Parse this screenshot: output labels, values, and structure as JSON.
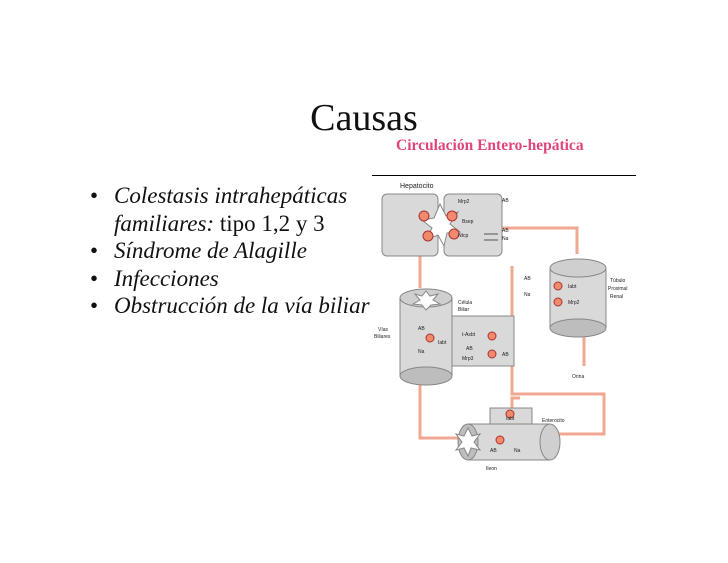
{
  "slide": {
    "title": "Causas",
    "subtitle": "Circulación Entero-hepática",
    "bullets": [
      {
        "italic": "Colestasis intrahepáticas familiares:",
        "normal": " tipo 1,2 y 3"
      },
      {
        "italic": "Síndrome de Alagille",
        "normal": ""
      },
      {
        "italic": "Infecciones",
        "normal": ""
      },
      {
        "italic": "Obstrucción de la vía biliar",
        "normal": ""
      }
    ],
    "bullet_glyph": "•"
  },
  "diagram": {
    "labels": {
      "hepatocito": "Hepatocito",
      "mrp2_top": "Mrp2",
      "bsep": "Bsep",
      "ntcp": "Ntcp",
      "ab_1": "AB",
      "ab_2": "AB",
      "na_1": "Na",
      "celula": "Célula",
      "biliar": "Biliar",
      "vias": "Vías",
      "biliares": "Biliares",
      "ab_3": "AB",
      "na_2": "Na",
      "iabt_1": "Iabt",
      "t_asbt": "t-Asbt",
      "ab_4": "AB",
      "mrp3": "Mrp3",
      "ab_5": "AB",
      "ab_6": "AB",
      "na_3": "Na",
      "iabt_2": "Iabt",
      "mrp2_renal": "Mrp2",
      "tubulo": "Túbulo",
      "proximal": "Proximal",
      "renal": "Renal",
      "orina": "Orina",
      "iabt_3": "Iabt",
      "enterocito": "Enterocito",
      "ab_7": "AB",
      "na_4": "Na",
      "ileon": "Ileon"
    },
    "colors": {
      "duct": "#f0a890",
      "cell": "#d9d9d9",
      "cell_dark": "#bdbdbd",
      "transporter": "#f08a6a",
      "accent": "#e0457a"
    }
  }
}
